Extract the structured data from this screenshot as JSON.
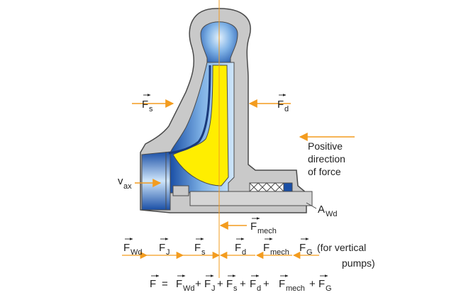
{
  "colors": {
    "casing_fill": "#c9c9c9",
    "casing_stroke": "#4a4a4a",
    "fluid_blue_dark": "#1a4fa6",
    "fluid_blue_light": "#cfe6fb",
    "impeller_yellow": "#ffee00",
    "arrow_orange": "#f39c1f",
    "axis_line": "#f39c1f",
    "text": "#222222"
  },
  "labels": {
    "fs_main": "F",
    "fs_sub": "s",
    "fd_main": "F",
    "fd_sub": "d",
    "vax_main": "v",
    "vax_sub": "ax",
    "awd_main": "A",
    "awd_sub": "Wd",
    "fmech_main": "F",
    "fmech_sub": "mech",
    "positive_line1": "Positive",
    "positive_line2": "direction",
    "positive_line3": "of force"
  },
  "force_row": {
    "fwd_main": "F",
    "fwd_sub": "Wd",
    "fj_main": "F",
    "fj_sub": "J",
    "fs_main": "F",
    "fs_sub": "s",
    "fd_main": "F",
    "fd_sub": "d",
    "fmech_main": "F",
    "fmech_sub": "mech",
    "fg_main": "F",
    "fg_sub": "G",
    "note_line1": "(for vertical",
    "note_line2": "pumps)"
  },
  "equation": {
    "lhs": "F",
    "eq": "=",
    "t1_main": "F",
    "t1_sub": "Wd",
    "plus1": "+",
    "t2_main": "F",
    "t2_sub": "J",
    "plus2": "+",
    "t3_main": "F",
    "t3_sub": "s",
    "plus3": "+",
    "t4_main": "F",
    "t4_sub": "d",
    "plus4": "+",
    "t5_main": "F",
    "t5_sub": "mech",
    "plus5": "+",
    "t6_main": "F",
    "t6_sub": "G"
  }
}
